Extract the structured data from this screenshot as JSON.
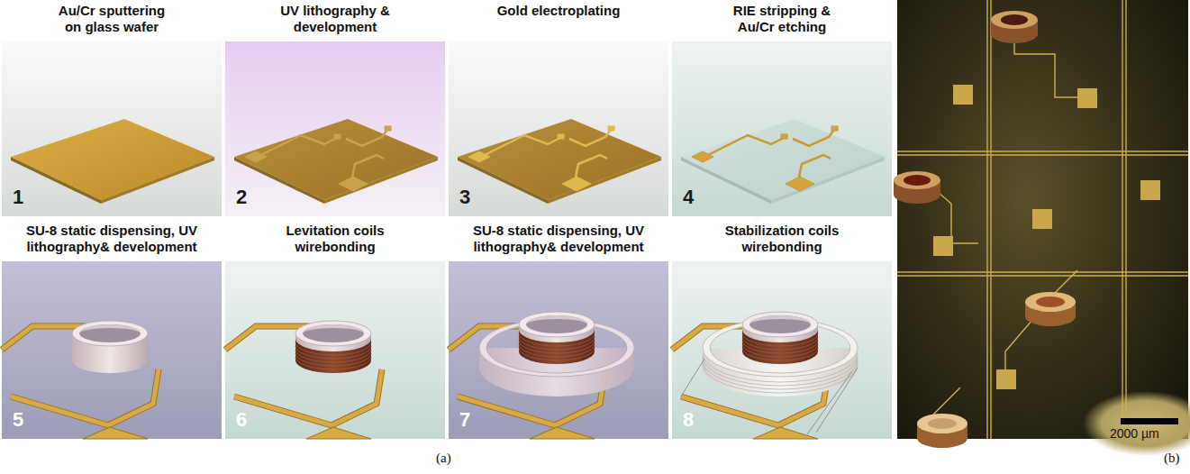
{
  "diagram": {
    "nodes": [
      {
        "text": [
          "Au/Cr sputtering on glass wafer",
          "1"
        ]
      },
      {
        "text": [
          "UV lithography & development",
          "2"
        ]
      },
      {
        "text": [
          "Gold electroplating",
          "3"
        ]
      },
      {
        "text": [
          "RIE stripping & Au/Cr etching",
          "4"
        ]
      },
      {
        "text": [
          "SU-8 static dispensing, UV lithography& development",
          "5"
        ]
      },
      {
        "text": [
          "Levitation coils wirebonding",
          "6"
        ]
      },
      {
        "text": [
          "SU-8 static dispensing, UV lithography& development",
          "7"
        ]
      },
      {
        "text": [
          "Stabilization coils wirebonding",
          "8"
        ]
      }
    ],
    "labels": [
      "(a)",
      "(b)",
      "2000 µm"
    ]
  }
}
